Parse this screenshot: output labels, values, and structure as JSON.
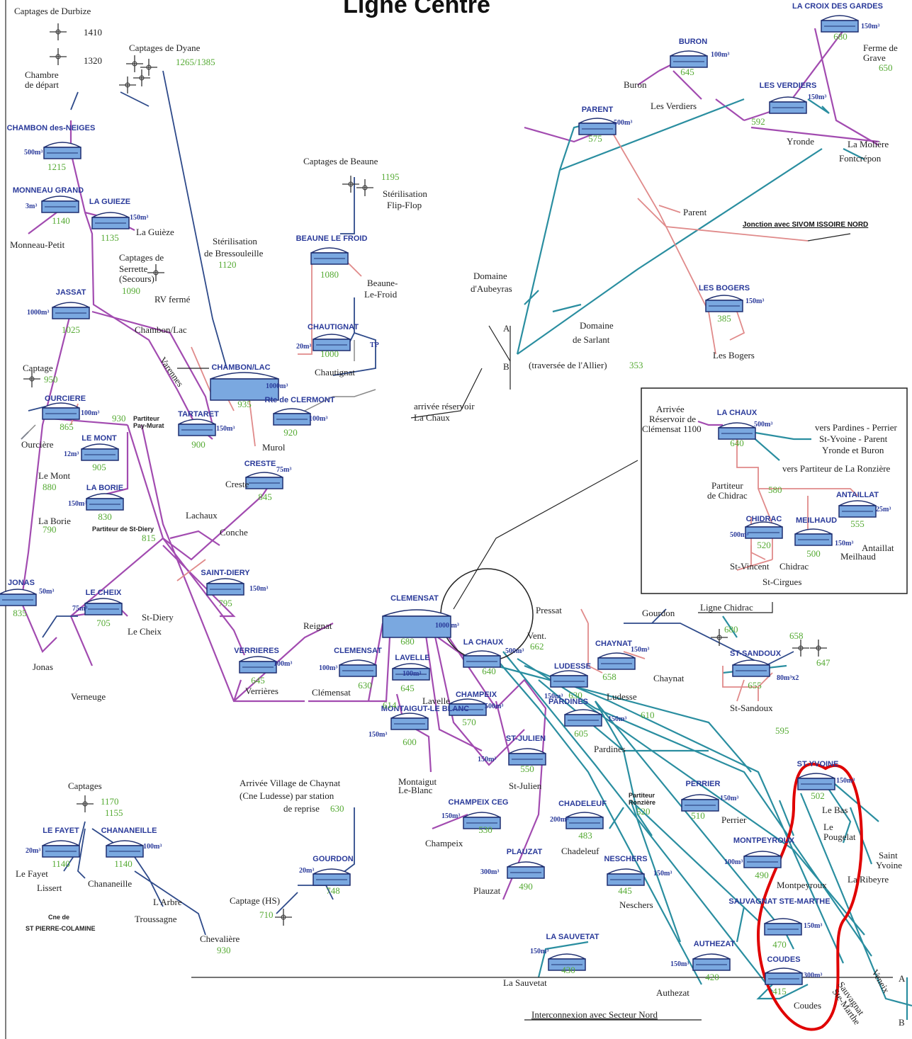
{
  "title": "Ligne Centre",
  "nodes": [
    {
      "id": "chambon-neiges",
      "name": "CHAMBON des-NEIGES",
      "cap": "500m³",
      "alt": "1215"
    },
    {
      "id": "monneau-grand",
      "name": "MONNEAU GRAND",
      "cap": "3m³",
      "alt": "1140"
    },
    {
      "id": "la-guieze",
      "name": "LA GUIEZE",
      "cap": "150m³",
      "alt": "1135"
    },
    {
      "id": "jassat",
      "name": "JASSAT",
      "cap": "1000m³",
      "alt": "1025"
    },
    {
      "id": "ourciere",
      "name": "OURCIERE",
      "cap": "100m³",
      "alt": "865"
    },
    {
      "id": "le-mont",
      "name": "LE MONT",
      "cap": "12m³",
      "alt": "905"
    },
    {
      "id": "la-borie",
      "name": "LA BORIE",
      "cap": "150m³",
      "alt": "830"
    },
    {
      "id": "jonas",
      "name": "JONAS",
      "cap": "50m³",
      "alt": "835"
    },
    {
      "id": "le-cheix",
      "name": "LE CHEIX",
      "cap": "75m³",
      "alt": "705"
    },
    {
      "id": "tartaret",
      "name": "TARTARET",
      "cap": "150m³",
      "alt": "900"
    },
    {
      "id": "chambon-lac",
      "name": "CHAMBON/LAC",
      "cap": "1000m³",
      "alt": "935"
    },
    {
      "id": "rte-clermont",
      "name": "Rte de CLERMONT",
      "cap": "100m³",
      "alt": "920"
    },
    {
      "id": "creste",
      "name": "CRESTE",
      "cap": "75m³",
      "alt": "845"
    },
    {
      "id": "saint-diery",
      "name": "SAINT-DIERY",
      "cap": "150m³",
      "alt": "795"
    },
    {
      "id": "verrieres",
      "name": "VERRIERES",
      "cap": "100m³",
      "alt": "645"
    },
    {
      "id": "beaune-froid",
      "name": "BEAUNE LE FROID",
      "cap": "",
      "alt": "1080"
    },
    {
      "id": "chautignat",
      "name": "CHAUTIGNAT",
      "cap": "20m³",
      "alt": "1000"
    },
    {
      "id": "clemensat-big",
      "name": "CLEMENSAT",
      "cap": "1000 m³",
      "alt": "680"
    },
    {
      "id": "clemensat-small",
      "name": "CLEMENSAT",
      "cap": "100m³",
      "alt": "630"
    },
    {
      "id": "lavelle",
      "name": "LAVELLE",
      "cap": "100m³",
      "alt": "645"
    },
    {
      "id": "montaigut",
      "name": "MONTAIGUT-LE BLANC",
      "cap": "150m³",
      "alt": "600"
    },
    {
      "id": "la-chaux",
      "name": "LA CHAUX",
      "cap": "500m³",
      "alt": "640"
    },
    {
      "id": "champeix",
      "name": "CHAMPEIX",
      "cap": "500m³",
      "alt": "570"
    },
    {
      "id": "st-julien",
      "name": "ST-JULIEN",
      "cap": "150m³",
      "alt": "550"
    },
    {
      "id": "champeix-ceg",
      "name": "CHAMPEIX CEG",
      "cap": "150m³",
      "alt": "530"
    },
    {
      "id": "plauzat",
      "name": "PLAUZAT",
      "cap": "300m³",
      "alt": "490"
    },
    {
      "id": "ludesse",
      "name": "LUDESSE",
      "cap": "150m³",
      "alt": "630"
    },
    {
      "id": "chaynat",
      "name": "CHAYNAT",
      "cap": "150m³",
      "alt": "658"
    },
    {
      "id": "st-sandoux",
      "name": "ST-SANDOUX",
      "cap": "80m³x2",
      "alt": "655"
    },
    {
      "id": "pardines",
      "name": "PARDINES",
      "cap": "150m³",
      "alt": "605"
    },
    {
      "id": "perrier",
      "name": "PERRIER",
      "cap": "150m³",
      "alt": "510"
    },
    {
      "id": "chadeleuf",
      "name": "CHADELEUF",
      "cap": "200m³",
      "alt": "483"
    },
    {
      "id": "neschers",
      "name": "NESCHERS",
      "cap": "150m³",
      "alt": "445"
    },
    {
      "id": "montpeyroux",
      "name": "MONTPEYROUX",
      "cap": "100m³",
      "alt": "490"
    },
    {
      "id": "st-yvoine",
      "name": "ST-YVOINE",
      "cap": "150m³",
      "alt": "502"
    },
    {
      "id": "sauvagnat",
      "name": "SAUVAGNAT STE-MARTHE",
      "cap": "150m³",
      "alt": "470"
    },
    {
      "id": "coudes",
      "name": "COUDES",
      "cap": "300m³",
      "alt": "415"
    },
    {
      "id": "authezat",
      "name": "AUTHEZAT",
      "cap": "150m³",
      "alt": "420"
    },
    {
      "id": "la-sauvetat",
      "name": "LA SAUVETAT",
      "cap": "150m³",
      "alt": "430"
    },
    {
      "id": "gourdon",
      "name": "GOURDON",
      "cap": "20m³",
      "alt": "748"
    },
    {
      "id": "le-fayet",
      "name": "LE FAYET",
      "cap": "20m³",
      "alt": "1140"
    },
    {
      "id": "chananeille",
      "name": "CHANANEILLE",
      "cap": "100m³",
      "alt": "1140"
    },
    {
      "id": "parent",
      "name": "PARENT",
      "cap": "500m³",
      "alt": "575"
    },
    {
      "id": "les-bogers",
      "name": "LES BOGERS",
      "cap": "150m³",
      "alt": "385"
    },
    {
      "id": "buron",
      "name": "BURON",
      "cap": "100m³",
      "alt": "645"
    },
    {
      "id": "les-verdiers",
      "name": "LES VERDIERS",
      "cap": "150m³",
      "alt": "592"
    },
    {
      "id": "croix-gardes",
      "name": "LA CROIX DES GARDES",
      "cap": "150m³",
      "alt": "680"
    },
    {
      "id": "inset-la-chaux",
      "name": "LA CHAUX",
      "cap": "500m³",
      "alt": "640"
    },
    {
      "id": "inset-chidrac",
      "name": "CHIDRAC",
      "cap": "500m³",
      "alt": "520"
    },
    {
      "id": "inset-meilhaud",
      "name": "MEILHAUD",
      "cap": "150m³",
      "alt": "500"
    },
    {
      "id": "inset-antaillat",
      "name": "ANTAILLAT",
      "cap": "25m³",
      "alt": "555"
    }
  ],
  "labels": {
    "captages_durbize": "Captages de Durbize",
    "d1410": "1410",
    "d1320": "1320",
    "chambre_depart_1": "Chambre",
    "chambre_depart_2": "de départ",
    "captages_dyane": "Captages de Dyane",
    "dyane_alt": "1265/1385",
    "monneau_petit": "Monneau-Petit",
    "la_guieze_vil": "La Guièze",
    "serrette_1": "Captages de",
    "serrette_2": "Serrette",
    "serrette_3": "(Secours)",
    "serrette_alt": "1090",
    "rv_ferme": "RV fermé",
    "bresso_1": "Stérilisation",
    "bresso_2": "de Bressouleille",
    "bresso_alt": "1120",
    "chambon_lac_vil": "Chambon/Lac",
    "varennes": "Varennes",
    "captage_ourc": "Captage",
    "captage_ourc_alt": "950",
    "ourciere_vil": "Ourcière",
    "partiteur_pm_1": "Partiteur",
    "partiteur_pm_2": "Pay-Murat",
    "partiteur_pm_alt": "930",
    "le_mont_vil": "Le Mont",
    "le_mont_alt": "880",
    "la_borie_vil": "La Borie",
    "la_borie_alt": "790",
    "partiteur_sd": "Partiteur de St-Diery",
    "partiteur_sd_alt": "815",
    "lachaux": "Lachaux",
    "conche": "Conche",
    "creste_vil": "Creste",
    "st_diery_vil": "St-Diery",
    "le_cheix_vil": "Le Cheix",
    "jonas_vil": "Jonas",
    "verneuge": "Verneuge",
    "murol": "Murol",
    "captages_beaune": "Captages de Beaune",
    "beaune_alt": "1195",
    "flip_1": "Stérilisation",
    "flip_2": "Flip-Flop",
    "beaune_vil_1": "Beaune-",
    "beaune_vil_2": "Le-Froid",
    "chautignat_vil": "Chautignat",
    "tp": "TP",
    "verrieres_vil": "Verrières",
    "reignat": "Reignat",
    "clemensat_vil": "Clémensat",
    "lavelle_vil": "Lavelle",
    "montaigut_vil_1": "Montaigut",
    "montaigut_vil_2": "Le-Blanc",
    "alt_614": "614",
    "st_julien_vil": "St-Julien",
    "champeix_vil": "Champeix",
    "plauzat_vil": "Plauzat",
    "pressat": "Pressat",
    "gourdon_vil": "Gourdon",
    "vent": "Vent.",
    "vent_alt": "662",
    "chaynat_vil": "Chaynat",
    "ludesse_vil": "Ludesse",
    "st_sandoux_vil": "St-Sandoux",
    "alt_680": "680",
    "alt_658": "658",
    "alt_647": "647",
    "alt_610": "610",
    "alt_595": "595",
    "pardines_vil": "Pardines",
    "perrier_vil": "Perrier",
    "chadeleuf_vil": "Chadeleuf",
    "neschers_vil": "Neschers",
    "partiteur_ronz_1": "Partiteur",
    "partiteur_ronz_2": "Ronzière",
    "partiteur_ronz_alt": "520",
    "montpeyroux_vil": "Montpeyroux",
    "le_bas": "Le Bas",
    "pougelat_1": "Le",
    "pougelat_2": "Pougelat",
    "saint_yvoine_1": "Saint",
    "saint_yvoine_2": "Yvoine",
    "la_ribeyre": "La Ribeyre",
    "veneix": "Veneix",
    "sauvagnat_vil_1": "Sauvagnat",
    "sauvagnat_vil_2": "Ste-Marthe",
    "coudes_vil": "Coudes",
    "authezat_vil": "Authezat",
    "la_sauvetat_vil": "La Sauvetat",
    "interconnexion": "Interconnexion avec Secteur Nord",
    "arrivee_chaynat_1": "Arrivée Village de Chaynat",
    "arrivee_chaynat_2": "(Cne Ludesse) par station",
    "arrivee_chaynat_3": "de reprise",
    "arrivee_chaynat_alt": "630",
    "captage_hs": "Captage (HS)",
    "captage_hs_alt": "710",
    "captages_sw": "Captages",
    "captages_sw_1170": "1170",
    "captages_sw_1155": "1155",
    "le_fayet_vil": "Le Fayet",
    "lissert": "Lissert",
    "chananeille_vil": "Chananeille",
    "larbre": "L'Arbre",
    "troussagne": "Troussagne",
    "chevaliere": "Chevalière",
    "chevaliere_alt": "930",
    "cne_1": "Cne de",
    "cne_2": "ST PIERRE-COLAMINE",
    "domaine_aub_1": "Domaine",
    "domaine_aub_2": "d'Aubeyras",
    "domaine_sar_1": "Domaine",
    "domaine_sar_2": "de Sarlant",
    "traversee": "(traversée de l'Allier)",
    "traversee_alt": "353",
    "arrivee_lachaux_1": "arrivée réservoir",
    "arrivee_lachaux_2": "La Chaux",
    "a": "A",
    "b": "B",
    "parent_vil": "Parent",
    "jonction": "Jonction avec SIVOM ISSOIRE NORD",
    "buron_vil": "Buron",
    "les_verdiers_vil": "Les Verdiers",
    "yronde": "Yronde",
    "la_moliere": "La Molière",
    "fontcrepon": "Fontcrépon",
    "ferme_1": "Ferme de",
    "ferme_2": "Grave",
    "ferme_alt": "650",
    "les_bogers_vil": "Les Bogers",
    "inset_arrivee_1": "Arrivée",
    "inset_arrivee_2": "Réservoir de",
    "inset_arrivee_3": "Clémensat 1100",
    "inset_vers_1": "vers Pardines - Perrier",
    "inset_vers_2": "St-Yvoine - Parent",
    "inset_vers_3": "Yronde et Buron",
    "inset_vers_ronz": "vers Partiteur de La Ronzière",
    "inset_part_1": "Partiteur",
    "inset_part_2": "de Chidrac",
    "inset_part_alt": "580",
    "inset_antaillat_vil": "Antaillat",
    "inset_meilhaud_vil": "Meilhaud",
    "inset_chidrac_vil": "Chidrac",
    "inset_st_vincent": "St-Vincent",
    "inset_st_cirgues": "St-Cirgues",
    "ligne_chidrac": "Ligne Chidrac"
  },
  "colors": {
    "main": "#a24bb0",
    "east": "#2a8ea0",
    "branch": "#e08a8a",
    "rural": "#2e4a8a",
    "highlight": "#e00000",
    "altitude": "#55aa33"
  }
}
